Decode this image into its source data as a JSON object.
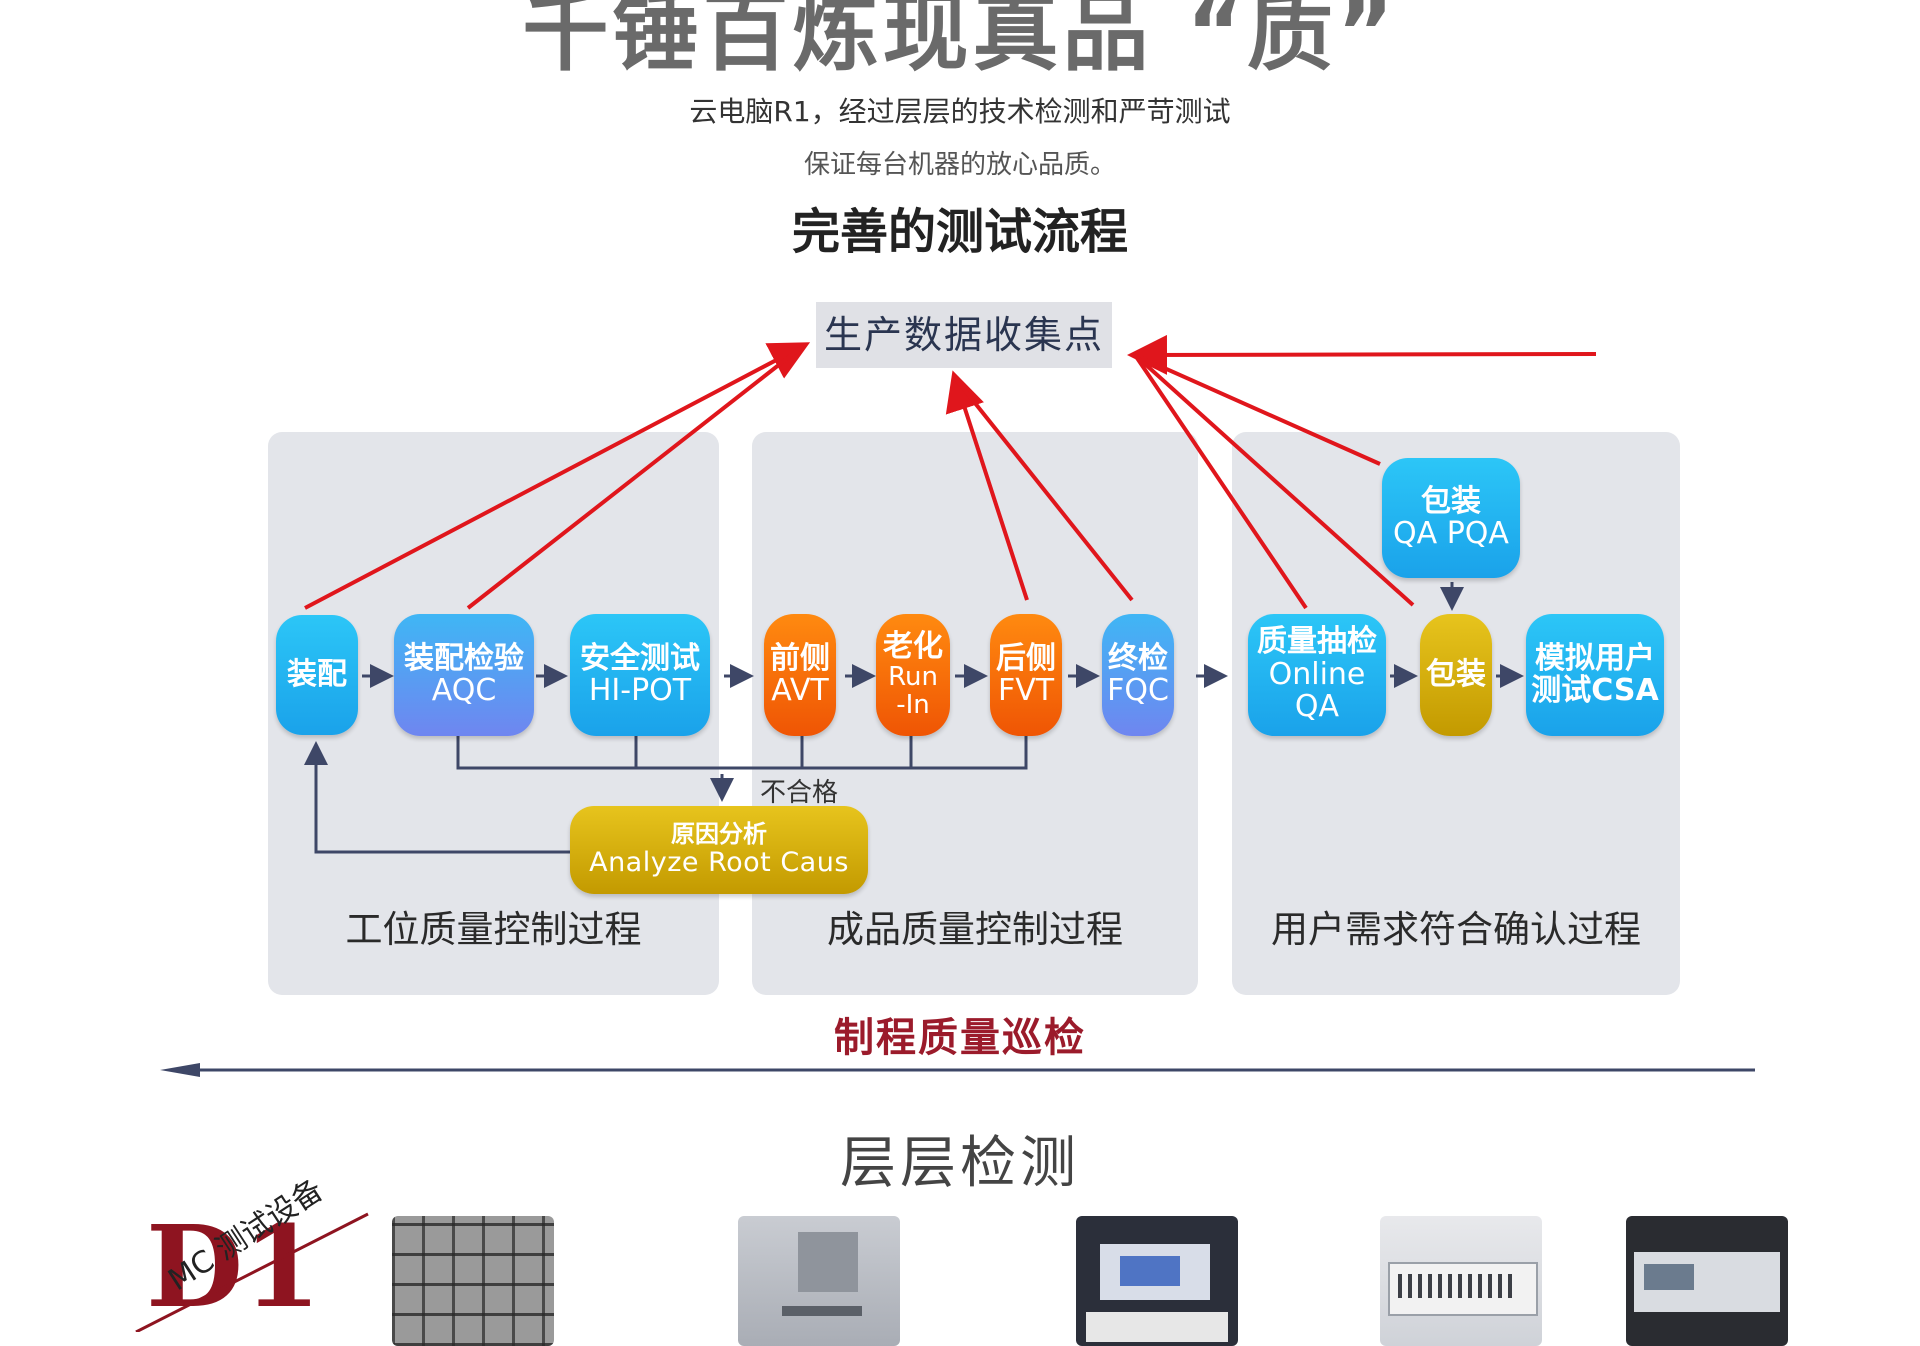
{
  "header": {
    "title": "千锤百炼现真品 “质”",
    "subtitle_line1": "云电脑R1，经过层层的技术检测和严苛测试",
    "subtitle_line2": "保证每台机器的放心品质。",
    "section_title": "完善的测试流程"
  },
  "diagram": {
    "collection_point": "生产数据收集点",
    "panels": [
      {
        "label": "工位质量控制过程"
      },
      {
        "label": "成品质量控制过程"
      },
      {
        "label": "用户需求符合确认过程"
      }
    ],
    "nodes": {
      "assembly": {
        "line1": "装配"
      },
      "aqc": {
        "line1": "装配检验",
        "line2": "AQC"
      },
      "hipot": {
        "line1": "安全测试",
        "line2": "HI-POT"
      },
      "avt": {
        "line1": "前侧",
        "line2": "AVT"
      },
      "runin": {
        "line1": "老化",
        "line2": "Run",
        "line3": "-In"
      },
      "fvt": {
        "line1": "后侧",
        "line2": "FVT"
      },
      "fqc": {
        "line1": "终检",
        "line2": "FQC"
      },
      "online_qa": {
        "line1": "质量抽检",
        "line2": "Online",
        "line3": "QA"
      },
      "packing": {
        "line1": "包装"
      },
      "packing_qa": {
        "line1": "包装",
        "line2": "QA PQA"
      },
      "csa": {
        "line1": "模拟用户",
        "line2": "测试CSA"
      }
    },
    "root_cause": {
      "line1": "原因分析",
      "line2": "Analyze Root Caus"
    },
    "reject_label": "不合格",
    "patrol_label": "制程质量巡检"
  },
  "layers_section": {
    "title": "层层检测",
    "logo_text": "D1",
    "equipment_label": "MC 测试设备"
  },
  "colors": {
    "arrow_red": "#e0161c",
    "flow_line": "#3e4767",
    "patrol_text": "#9b1b2b",
    "panel_bg": "#e3e5ea"
  }
}
